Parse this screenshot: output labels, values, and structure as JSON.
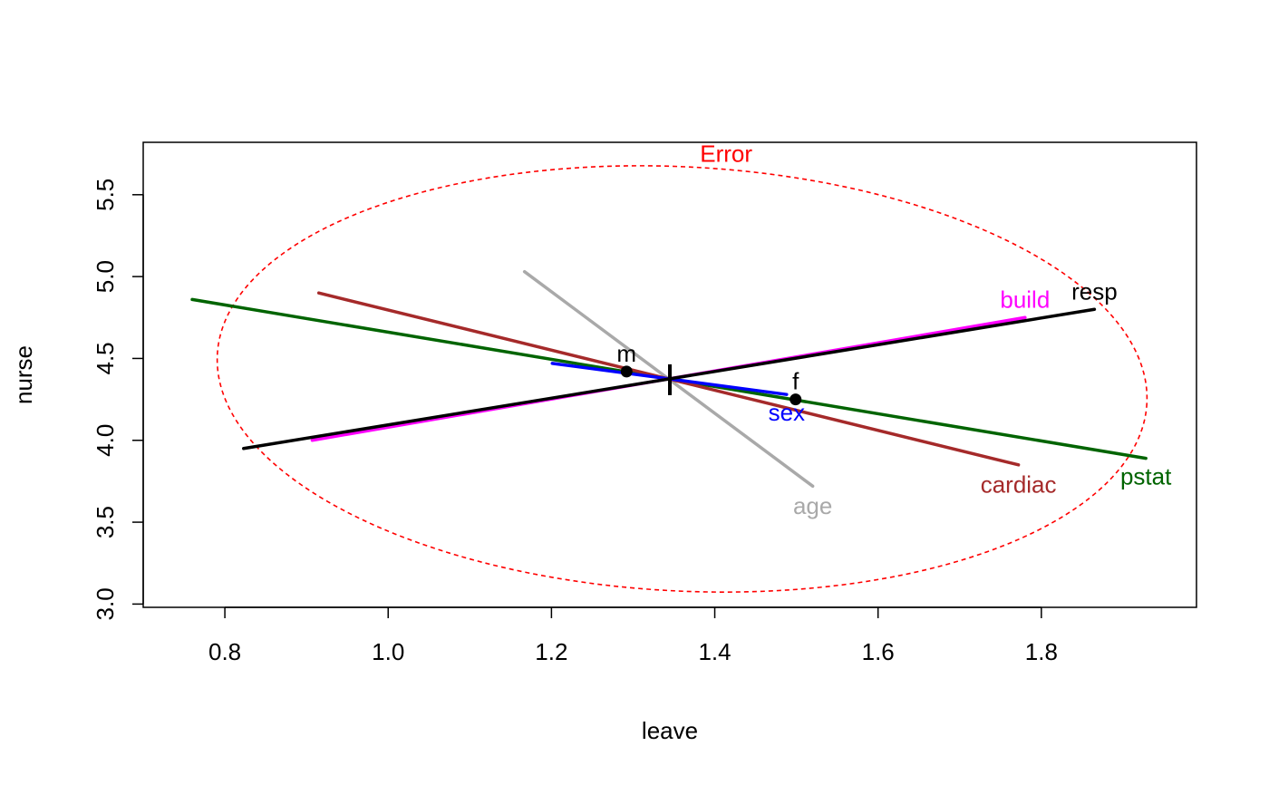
{
  "chart_data": {
    "type": "line",
    "title": "",
    "xlabel": "leave",
    "ylabel": "nurse",
    "xlim": [
      0.7,
      1.99
    ],
    "ylim": [
      2.98,
      5.82
    ],
    "xticks": [
      0.8,
      1.0,
      1.2,
      1.4,
      1.6,
      1.8
    ],
    "xtick_labels": [
      "0.8",
      "1.0",
      "1.2",
      "1.4",
      "1.6",
      "1.8"
    ],
    "yticks": [
      3.0,
      3.5,
      4.0,
      4.5,
      5.0,
      5.5
    ],
    "ytick_labels": [
      "3.0",
      "3.5",
      "4.0",
      "4.5",
      "5.0",
      "5.5"
    ],
    "center": {
      "x": 1.345,
      "y": 4.37
    },
    "error_ellipse": {
      "name": "Error",
      "color": "#ff0000",
      "style": "dashed",
      "x_range": [
        0.79,
        1.93
      ],
      "y_range": [
        3.08,
        5.67
      ]
    },
    "series": [
      {
        "name": "age",
        "color": "#a9a9a9",
        "x": [
          1.167,
          1.52
        ],
        "y": [
          5.03,
          3.72
        ]
      },
      {
        "name": "pstat",
        "color": "#006400",
        "x": [
          0.76,
          1.928
        ],
        "y": [
          4.86,
          3.89
        ]
      },
      {
        "name": "cardiac",
        "color": "#a52a2a",
        "x": [
          0.915,
          1.772
        ],
        "y": [
          4.9,
          3.85
        ]
      },
      {
        "name": "sex",
        "color": "#0000ff",
        "x": [
          1.201,
          1.488
        ],
        "y": [
          4.47,
          4.28
        ]
      },
      {
        "name": "build",
        "color": "#ff00ff",
        "x": [
          0.907,
          1.78
        ],
        "y": [
          4.0,
          4.75
        ]
      },
      {
        "name": "resp",
        "color": "#000000",
        "x": [
          0.823,
          1.865
        ],
        "y": [
          3.95,
          4.8
        ]
      }
    ],
    "points": [
      {
        "label": "m",
        "x": 1.292,
        "y": 4.42
      },
      {
        "label": "f",
        "x": 1.499,
        "y": 4.25
      }
    ],
    "labels": [
      {
        "text": "Error",
        "color": "#ff0000",
        "x": 1.414,
        "y": 5.75
      },
      {
        "text": "age",
        "color": "#a9a9a9",
        "x": 1.52,
        "y": 3.6
      },
      {
        "text": "pstat",
        "color": "#006400",
        "x": 1.928,
        "y": 3.78
      },
      {
        "text": "cardiac",
        "color": "#a52a2a",
        "x": 1.772,
        "y": 3.73
      },
      {
        "text": "sex",
        "color": "#0000ff",
        "x": 1.488,
        "y": 4.17
      },
      {
        "text": "build",
        "color": "#ff00ff",
        "x": 1.78,
        "y": 4.86
      },
      {
        "text": "resp",
        "color": "#000000",
        "x": 1.865,
        "y": 4.91
      },
      {
        "text": "m",
        "color": "#000000",
        "x": 1.292,
        "y": 4.53
      },
      {
        "text": "f",
        "color": "#000000",
        "x": 1.499,
        "y": 4.36
      }
    ]
  }
}
